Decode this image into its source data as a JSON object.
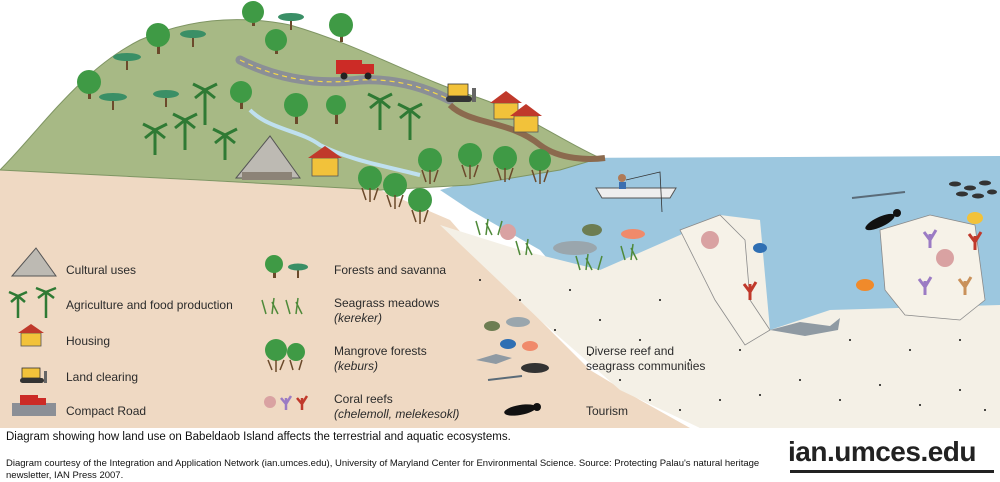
{
  "legend": {
    "cultural": "Cultural uses",
    "agriculture": "Agriculture and food production",
    "housing": "Housing",
    "land_clearing": "Land clearing",
    "road": "Compact Road",
    "forests": "Forests and savanna",
    "seagrass": "Seagrass meadows",
    "seagrass_local": "(kereker)",
    "mangrove": "Mangrove forests",
    "mangrove_local": "(keburs)",
    "coral": "Coral reefs",
    "coral_local": "(chelemoll, melekesokl)",
    "reef_communities": "Diverse reef and seagrass communities",
    "tourism": "Tourism"
  },
  "caption": "Diagram showing how land use on Babeldaob Island affects the terrestrial and aquatic ecosystems.",
  "credit": "Diagram courtesy of the Integration and Application Network (ian.umces.edu), University of Maryland Center for Environmental Science. Source: Protecting Palau's natural heritage newsletter, IAN Press 2007.",
  "brand": "ian.umces.edu",
  "colors": {
    "hill": "#a7b985",
    "soil": "#efd9c3",
    "water": "#9cc7df",
    "sand": "#f4f0e6",
    "road": "#8b8f96",
    "tree": "#3f9a45",
    "house": "#f2c23a",
    "coral": "#c0392b"
  }
}
